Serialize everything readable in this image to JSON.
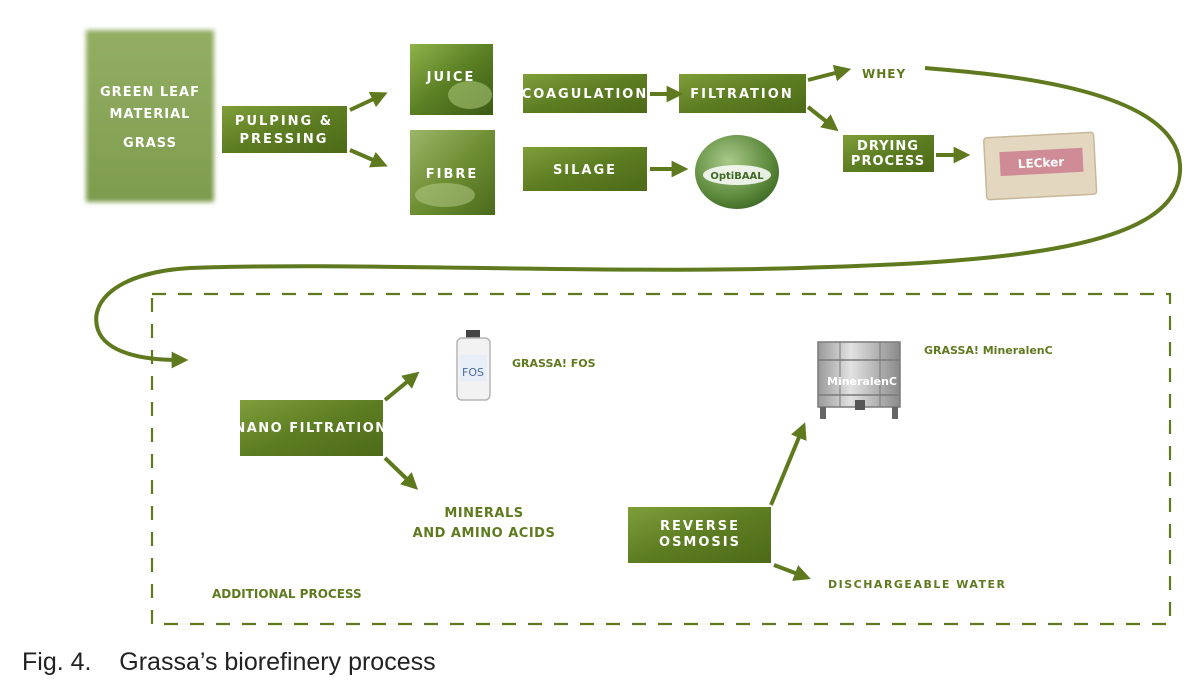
{
  "source": {
    "line1": "GREEN LEAF",
    "line2": "MATERIAL",
    "line3": "GRASS"
  },
  "pulping": {
    "line1": "PULPING &",
    "line2": "PRESSING"
  },
  "juice": "JUICE",
  "fibre": "FIBRE",
  "coagulation": "COAGULATION",
  "filtration": "FILTRATION",
  "whey": "WHEY",
  "drying": {
    "line1": "DRYING",
    "line2": "PROCESS"
  },
  "silage": "SILAGE",
  "optibaal": "OptiBAAL",
  "lecker": "LECker",
  "nano": "NANO FILTRATION",
  "fos_product": "GRASSA! FOS",
  "fos_bottle": "FOS",
  "minerals": {
    "line1": "MINERALS",
    "line2": "AND AMINO ACIDS"
  },
  "reverse": {
    "line1": "REVERSE",
    "line2": "OSMOSIS"
  },
  "mineralenc_product": "GRASSA! MineralenC",
  "mineralenc_tank": "MineralenC",
  "water": "DISCHARGEABLE WATER",
  "additional": "ADDITIONAL PROCESS",
  "caption": {
    "fig": "Fig. 4.",
    "text": "Grassa’s biorefinery process"
  },
  "colors": {
    "box": "#6a8a2c",
    "box_dark": "#4f6b1d",
    "arrow": "#5f7a1e",
    "source": "#8aa75a"
  },
  "icons": [
    "arrow-icon",
    "bottle-icon",
    "tank-icon",
    "bale-icon",
    "package-icon"
  ]
}
